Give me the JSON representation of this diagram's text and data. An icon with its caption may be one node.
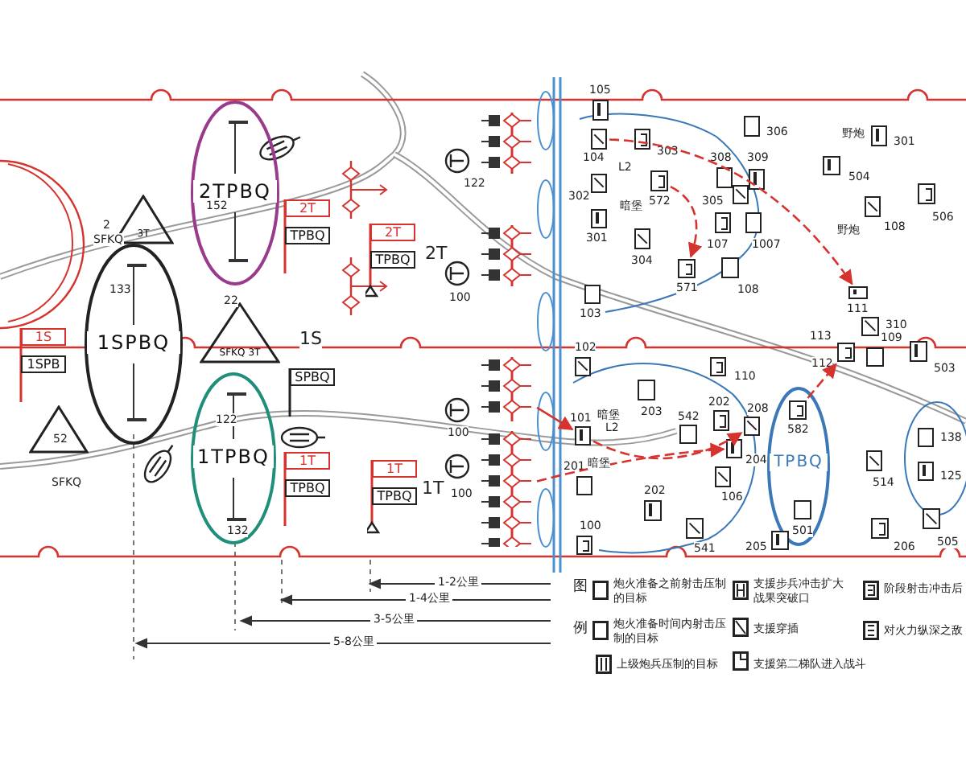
{
  "diagram": {
    "nodes": [
      {
        "text": [
          "2TPBQ"
        ]
      },
      {
        "text": [
          "2T",
          "TPBQ"
        ]
      },
      {
        "text": [
          "2T",
          "TPBQ"
        ],
        "beside": [
          "2T"
        ]
      },
      {
        "text": [
          "3T"
        ]
      },
      {
        "text": [
          "1SPBQ"
        ]
      },
      {
        "text": [
          "1S",
          "1SPB"
        ]
      },
      {
        "text": [
          "SFKQ",
          "3T"
        ]
      },
      {
        "text": [
          "SPBQ"
        ]
      },
      {
        "text": [
          "1TPBQ"
        ]
      },
      {
        "text": [
          "1T",
          "TPBQ"
        ]
      },
      {
        "text": [
          "1T",
          "TPBQ"
        ],
        "beside": [
          "1T"
        ]
      },
      {
        "text": [],
        "shape": "triangle"
      },
      {
        "text": [
          "TPBQ"
        ]
      },
      {
        "text": [],
        "shape": "box",
        "beside": [
          "105"
        ]
      },
      {
        "text": [],
        "shape": "box",
        "beside": [
          "104"
        ]
      },
      {
        "text": [],
        "shape": "box",
        "beside": [
          "303"
        ]
      },
      {
        "text": [],
        "shape": "box",
        "beside": [
          "306"
        ]
      },
      {
        "text": [],
        "shape": "box",
        "beside": [
          "301"
        ]
      },
      {
        "text": [],
        "shape": "box",
        "beside": [
          "302"
        ]
      },
      {
        "text": [],
        "shape": "box",
        "beside": [
          "572"
        ]
      },
      {
        "text": [],
        "shape": "box",
        "beside": [
          "308"
        ]
      },
      {
        "text": [],
        "shape": "box",
        "beside": [
          "309"
        ]
      },
      {
        "text": [],
        "shape": "box"
      },
      {
        "text": [],
        "shape": "box",
        "beside": [
          "107"
        ]
      },
      {
        "text": [],
        "shape": "box",
        "beside": [
          "1007"
        ]
      },
      {
        "text": [],
        "shape": "box",
        "beside": [
          "301"
        ]
      },
      {
        "text": [],
        "shape": "box",
        "beside": [
          "304"
        ]
      },
      {
        "text": [],
        "shape": "box",
        "beside": [
          "571"
        ]
      },
      {
        "text": [],
        "shape": "box",
        "beside": [
          "108"
        ]
      },
      {
        "text": [],
        "shape": "box",
        "beside": [
          "504"
        ]
      },
      {
        "text": [],
        "shape": "box",
        "beside": [
          "108"
        ]
      },
      {
        "text": [],
        "shape": "box",
        "beside": [
          "506"
        ]
      },
      {
        "text": [],
        "shape": "box",
        "beside": [
          "103"
        ]
      },
      {
        "text": [],
        "shape": "box",
        "beside": [
          "111"
        ]
      },
      {
        "text": [],
        "shape": "box",
        "beside": [
          "310"
        ]
      },
      {
        "text": [],
        "shape": "box",
        "beside": [
          "112"
        ]
      },
      {
        "text": [],
        "shape": "box",
        "beside": [
          "109"
        ]
      },
      {
        "text": [],
        "shape": "box",
        "beside": [
          "503"
        ]
      },
      {
        "text": [],
        "shape": "box",
        "beside": [
          "102"
        ]
      },
      {
        "text": [],
        "shape": "box",
        "beside": [
          "110"
        ]
      },
      {
        "text": [],
        "shape": "box",
        "beside": [
          "203"
        ]
      },
      {
        "text": [],
        "shape": "box",
        "beside": [
          "101"
        ]
      },
      {
        "text": [],
        "shape": "box",
        "beside": [
          "208"
        ]
      },
      {
        "text": [],
        "shape": "box",
        "beside": [
          "202"
        ]
      },
      {
        "text": [],
        "shape": "box",
        "beside": [
          "542"
        ]
      },
      {
        "text": [],
        "shape": "box",
        "beside": [
          "204"
        ]
      },
      {
        "text": [],
        "shape": "box",
        "beside": [
          "106"
        ]
      },
      {
        "text": [],
        "shape": "box",
        "beside": [
          "582"
        ],
        "in": 12
      },
      {
        "text": [],
        "shape": "box",
        "beside": [
          "201"
        ]
      },
      {
        "text": [],
        "shape": "box",
        "beside": [
          "202"
        ]
      },
      {
        "text": [],
        "shape": "box",
        "beside": [
          "541"
        ]
      },
      {
        "text": [],
        "shape": "box",
        "beside": [
          "100"
        ]
      },
      {
        "text": [],
        "shape": "box",
        "beside": [
          "501"
        ],
        "in": 12
      },
      {
        "text": [],
        "shape": "box",
        "beside": [
          "205"
        ]
      },
      {
        "text": [],
        "shape": "box",
        "beside": [
          "514"
        ]
      },
      {
        "text": [],
        "shape": "box",
        "beside": [
          "206"
        ]
      },
      {
        "text": [],
        "shape": "box",
        "beside": [
          "138"
        ]
      },
      {
        "text": [],
        "shape": "box",
        "beside": [
          "125"
        ]
      },
      {
        "text": [],
        "shape": "box",
        "beside": [
          "505"
        ]
      },
      {
        "text": [],
        "shape": "picture"
      },
      {
        "text": [],
        "shape": "picture"
      }
    ],
    "edges": [
      {
        "from": 14,
        "to": 33,
        "arrow": "to",
        "style": "dashed"
      },
      {
        "from": 19,
        "to": 27,
        "arrow": "to",
        "style": "dashed"
      },
      {
        "from": 60,
        "to": 45,
        "arrow": "to",
        "style": "dashed"
      },
      {
        "from": 41,
        "to": 42,
        "arrow": "to",
        "style": "dashed"
      },
      {
        "from": 47,
        "to": 35,
        "arrow": "to",
        "style": "dashed"
      },
      {
        "from": 59,
        "to": 41,
        "arrow": "to"
      }
    ],
    "labels": [
      "2",
      "SFKQ",
      "152",
      "122",
      "野炮",
      "L2",
      "暗堡",
      "305",
      "野炮",
      "22",
      "133",
      "100",
      "113",
      "1S",
      "暗堡",
      "L2",
      "暗堡",
      "122",
      "100",
      "52",
      "SFKQ",
      "100",
      "132",
      "1-2公里",
      "1-4公里",
      "3-5公里",
      "5-8公里",
      "图",
      "例"
    ],
    "legend": [
      {
        "text": "炮火准备之前射击压制的目标"
      },
      {
        "text": "支援步兵冲击扩大战果突破口"
      },
      {
        "text": "阶段射击冲击后"
      },
      {
        "text": "炮火准备时间内射击压制的目标"
      },
      {
        "text": "支援穿插"
      },
      {
        "text": "对火力纵深之敌"
      },
      {
        "text": "上级炮兵压制的目标"
      },
      {
        "text": "支援第二梯队进入战斗"
      }
    ]
  }
}
